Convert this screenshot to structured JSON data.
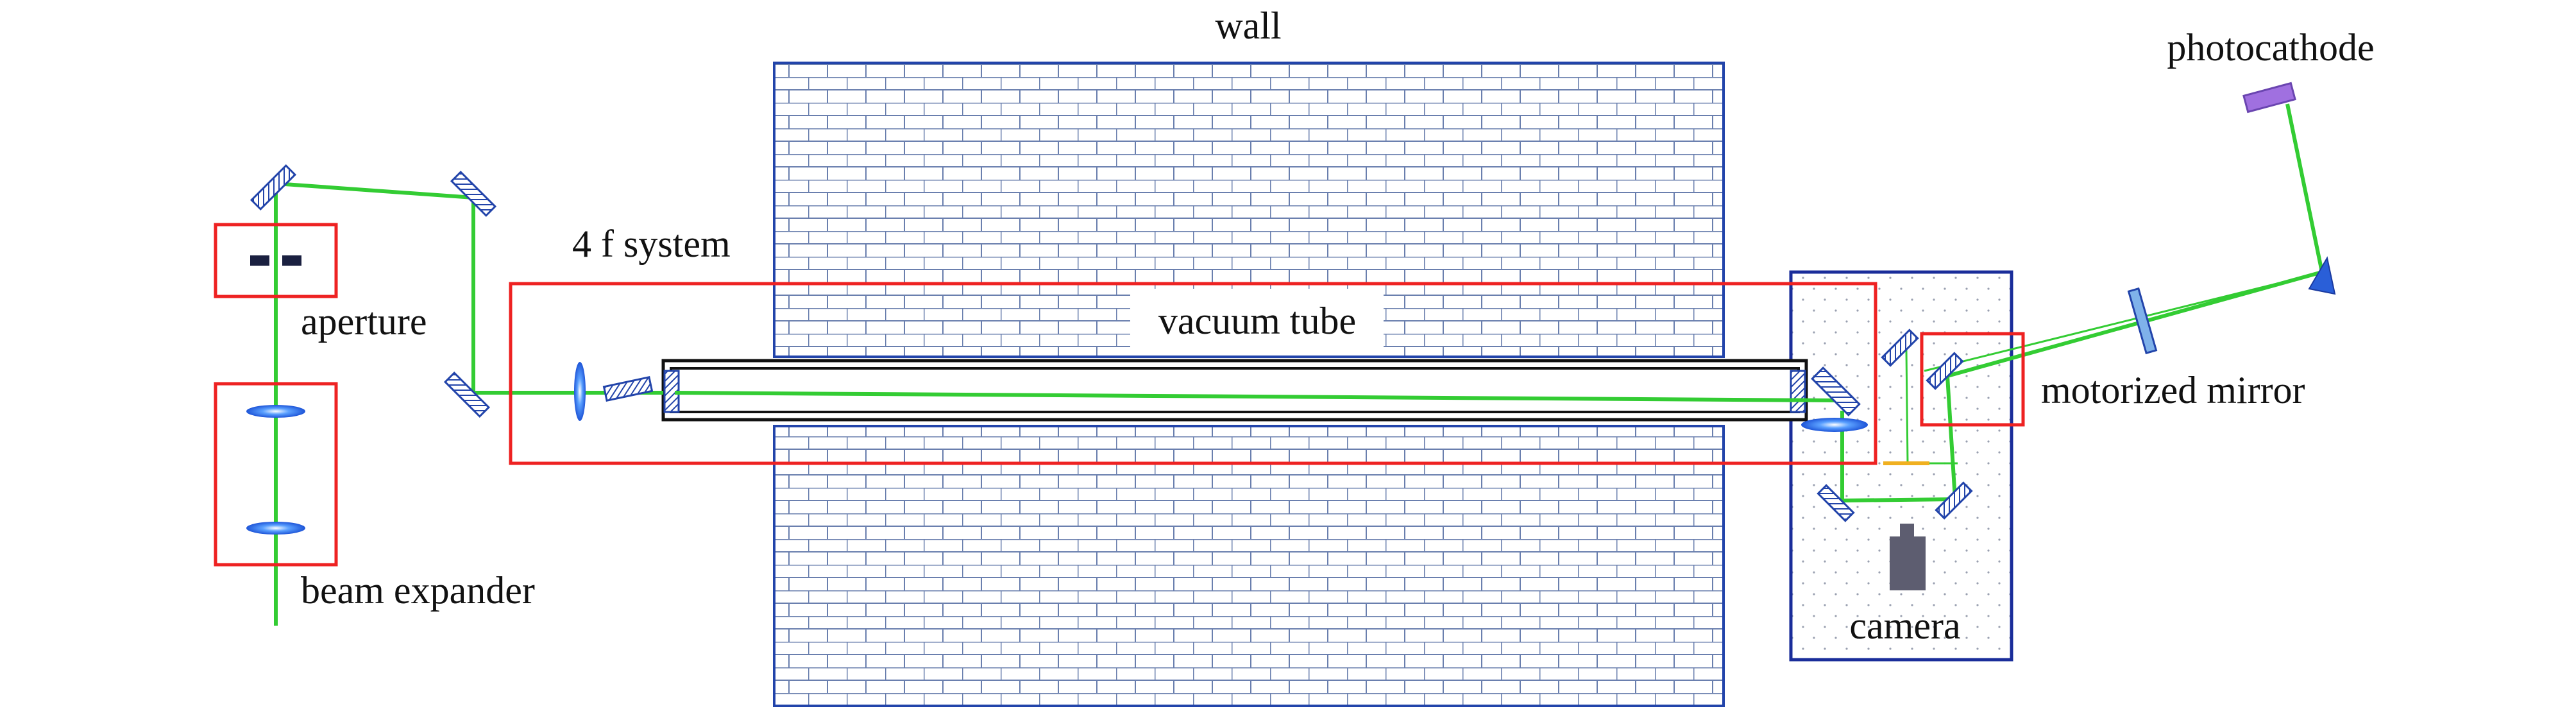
{
  "labels": {
    "wall": "wall",
    "four_f_system": "4 f system",
    "vacuum_tube": "vacuum tube",
    "aperture": "aperture",
    "beam_expander": "beam expander",
    "photocathode": "photocathode",
    "motorized_mirror": "motorized mirror",
    "camera": "camera"
  },
  "colors": {
    "beam": "#33cc33",
    "optic_blue": "#2244aa",
    "lens_blue": "#3377ee",
    "box_red": "#ee2222",
    "wall_lines": "#6a7fae",
    "photocathode": "#a070e0",
    "camera_body": "#5d5d70",
    "secondary_beam": "#f0b020"
  },
  "icons": {
    "mirror": "hatched-mirror-icon",
    "lens": "lens-icon",
    "camera": "camera-icon",
    "photocathode": "photocathode-icon",
    "aperture": "aperture-icon"
  }
}
